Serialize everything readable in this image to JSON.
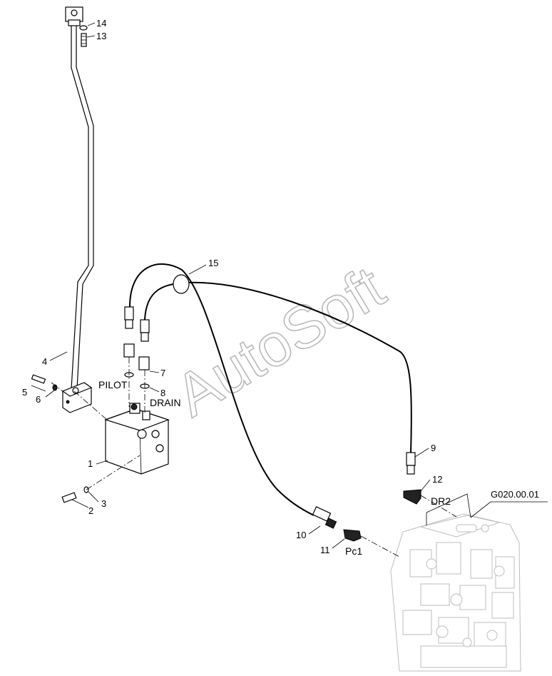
{
  "watermark": "AutoSoft",
  "callouts": {
    "c1": "1",
    "c2": "2",
    "c3": "3",
    "c4": "4",
    "c5": "5",
    "c6": "6",
    "c7": "7",
    "c8": "8",
    "c9": "9",
    "c10": "10",
    "c11": "11",
    "c12": "12",
    "c13": "13",
    "c14": "14",
    "c15": "15"
  },
  "port_labels": {
    "pilot": "PILOT",
    "drain": "DRAIN",
    "dr2": "DR2",
    "pc1": "Pc1"
  },
  "reference": "G020.00.01"
}
